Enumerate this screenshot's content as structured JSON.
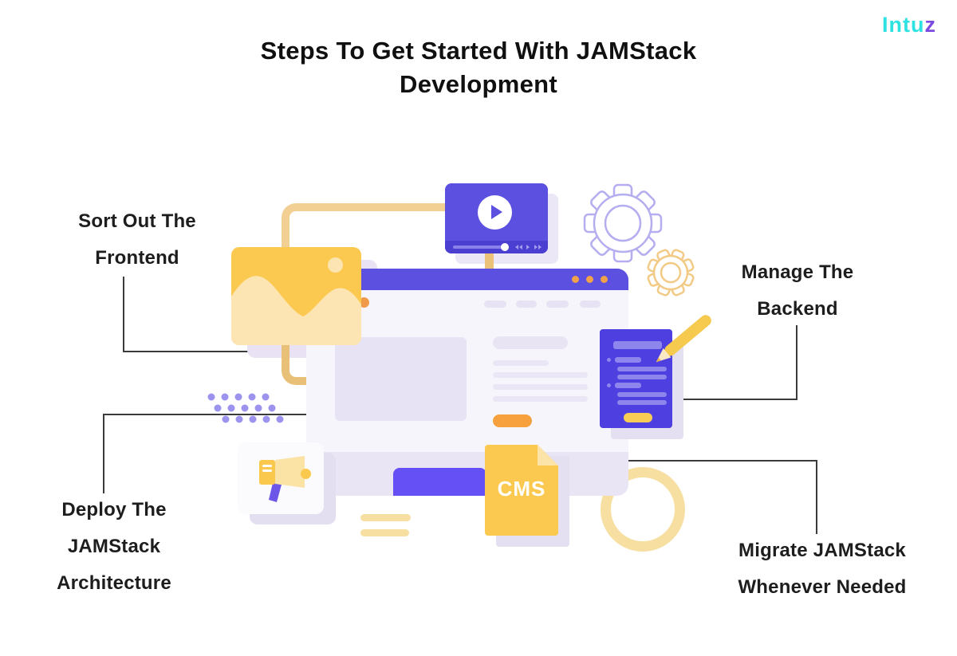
{
  "title": {
    "line1": "Steps To Get Started With JAMStack",
    "line2": "Development"
  },
  "logo": {
    "prefix": "Intu",
    "suffix": "z"
  },
  "steps": [
    {
      "id": "frontend",
      "lines": [
        "Sort Out The",
        "Frontend"
      ]
    },
    {
      "id": "backend",
      "lines": [
        "Manage The",
        "Backend"
      ]
    },
    {
      "id": "deploy",
      "lines": [
        "Deploy The",
        "JAMStack",
        "Architecture"
      ]
    },
    {
      "id": "migrate",
      "lines": [
        "Migrate JAMStack",
        "Whenever Needed"
      ]
    }
  ],
  "illustration": {
    "cms_label": "CMS",
    "icons": [
      "video-player-icon",
      "gear-icon-large",
      "gear-icon-small",
      "image-icon",
      "browser-window",
      "document-icon",
      "pencil-icon",
      "cms-file-icon",
      "megaphone-icon",
      "dots-pattern",
      "ring-shape",
      "dash-accents"
    ]
  },
  "colors": {
    "accent_purple": "#5b50e0",
    "deep_purple": "#4b3fd2",
    "button_purple": "#6450f5",
    "lavender": "#e7e2f4",
    "yellow": "#fbc94f",
    "pale_yellow": "#f7dfa2",
    "orange": "#f2a13d",
    "logo_cyan": "#2ee2e2",
    "logo_z_purple": "#7b4be0",
    "connector_line": "#3b3b3b",
    "text": "#1d1d1d"
  }
}
